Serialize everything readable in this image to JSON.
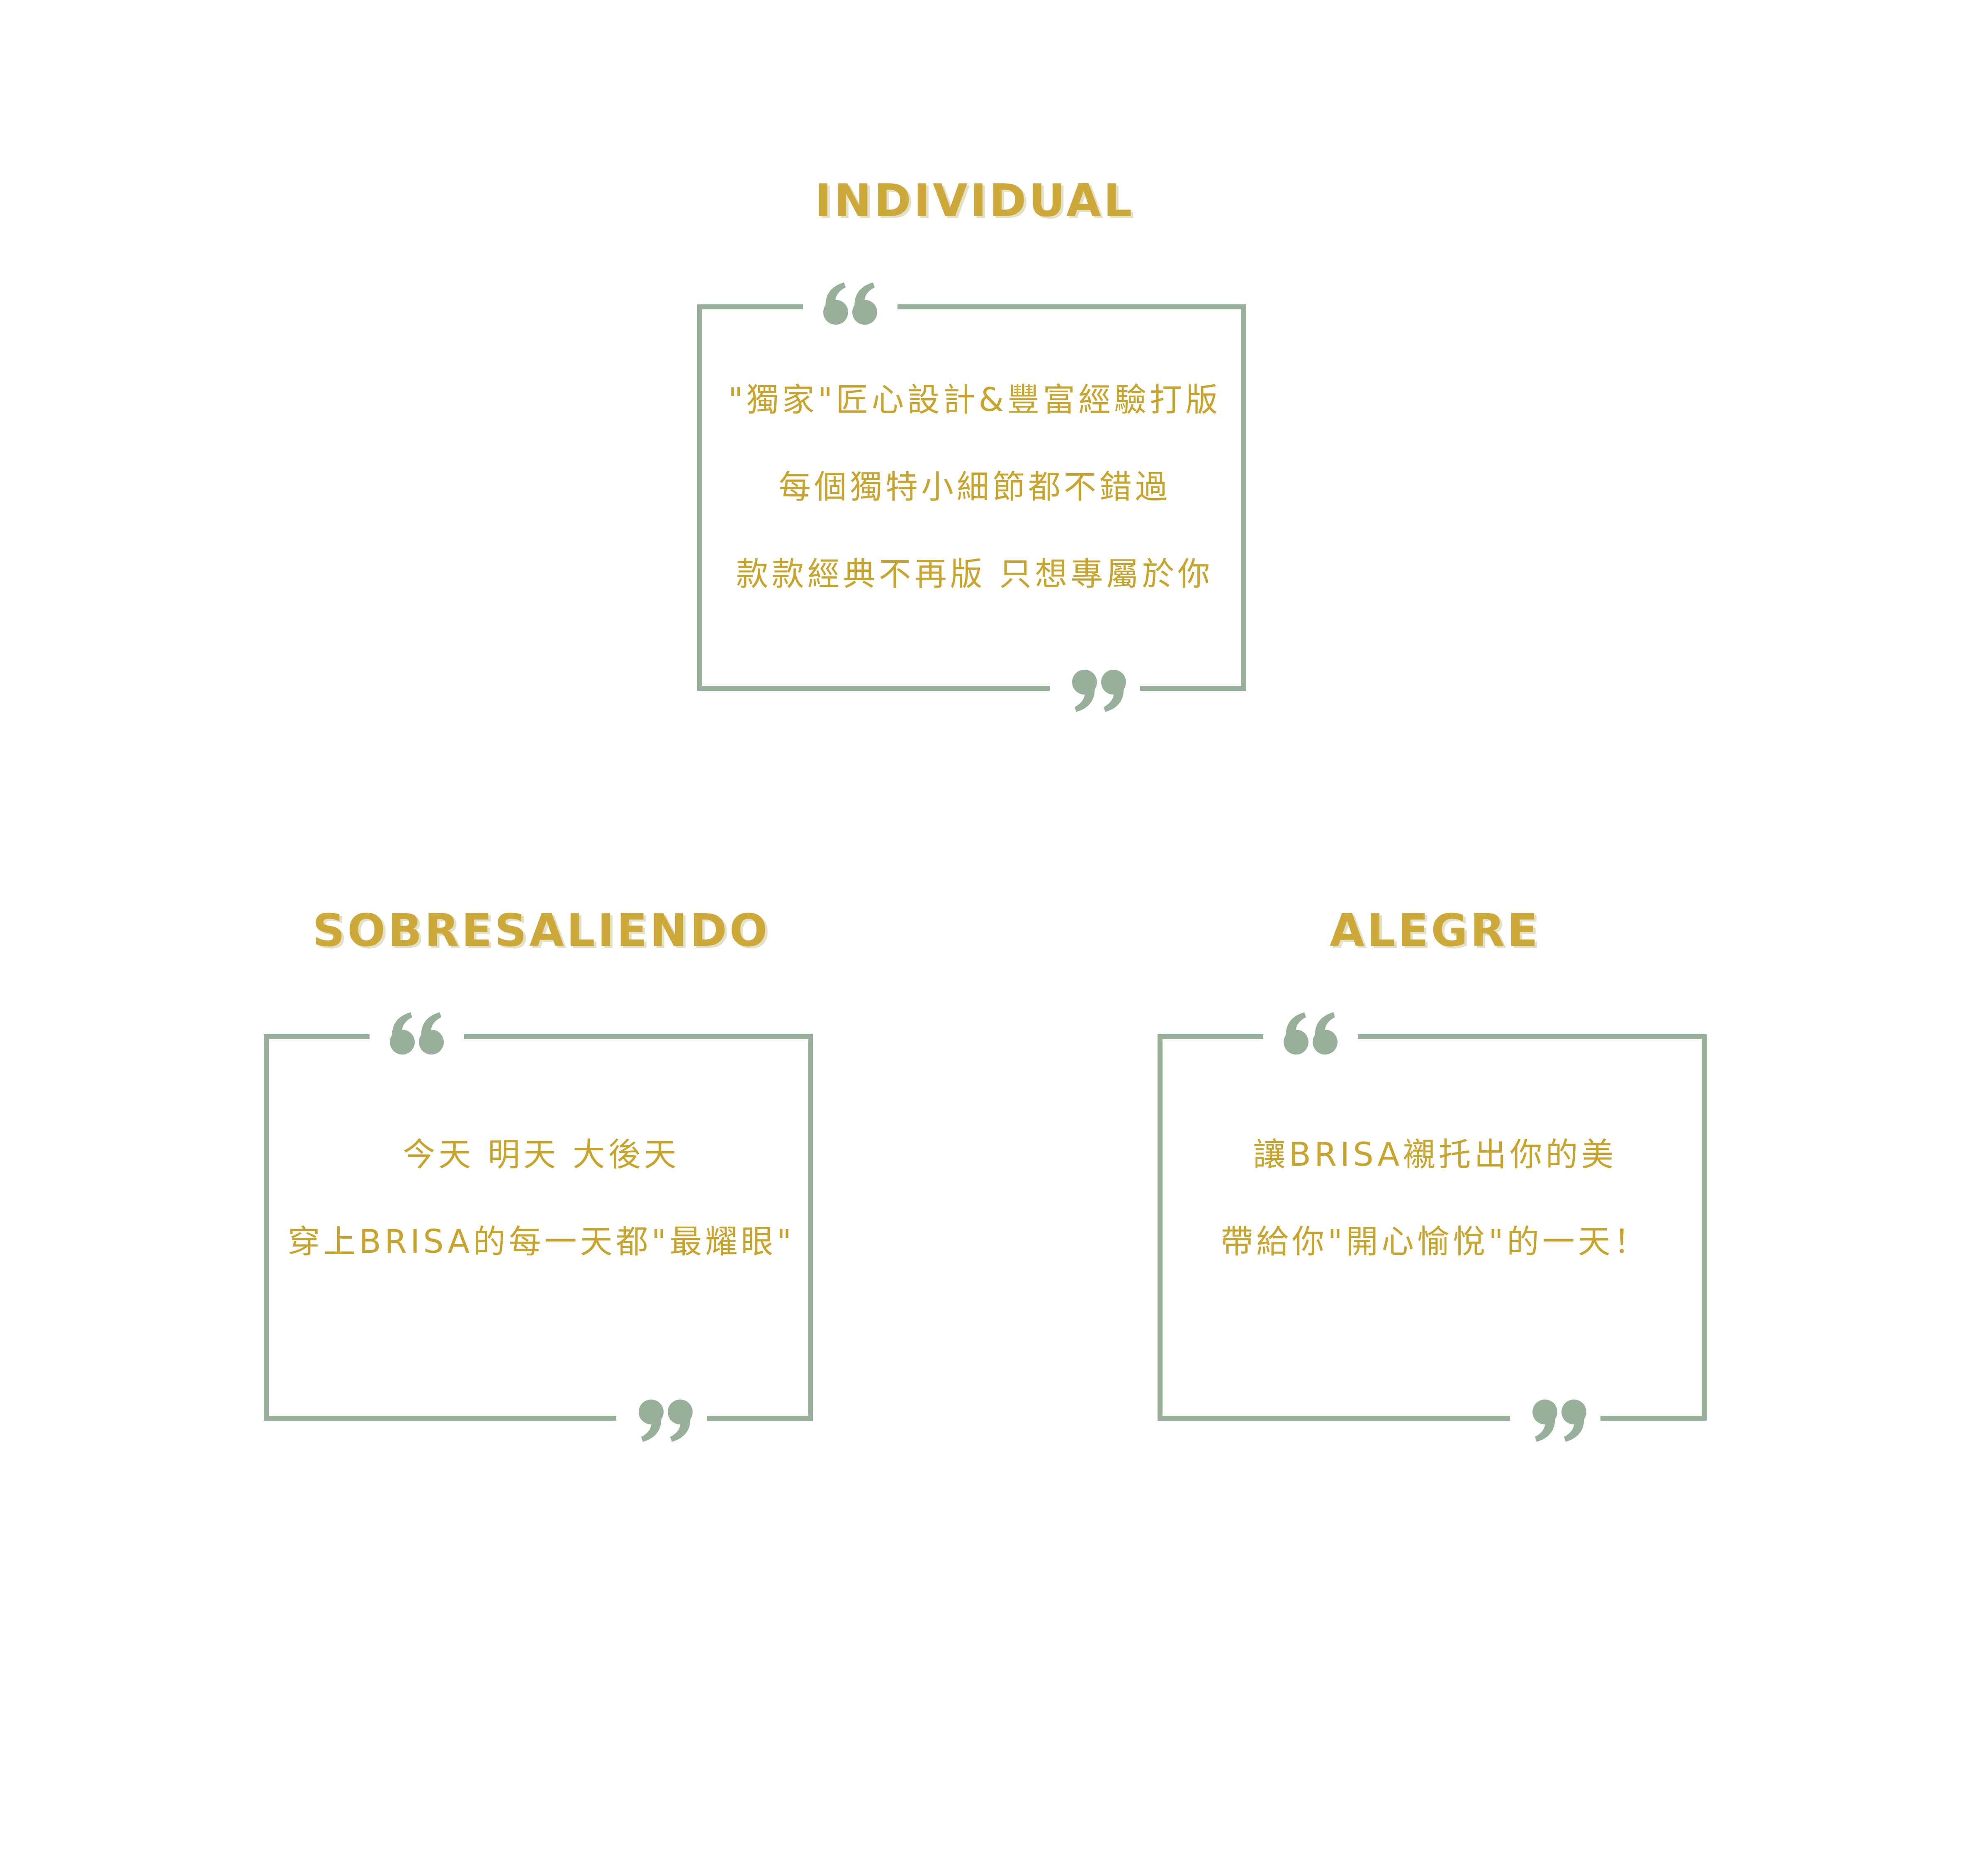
{
  "colors": {
    "frame": "#98b09a",
    "heading": "#cda93a",
    "heading_shadow": "#e3e0c8",
    "body_text": "#c9a42c",
    "background": "#ffffff"
  },
  "cards": [
    {
      "heading": "INDIVIDUAL",
      "lines": [
        "\"獨家\"匠心設計&豐富經驗打版",
        "每個獨特小細節都不錯過",
        "款款經典不再版 只想專屬於你"
      ]
    },
    {
      "heading": "SOBRESALIENDO",
      "lines": [
        "今天 明天 大後天",
        "穿上BRISA的每一天都\"最耀眼\""
      ]
    },
    {
      "heading": "ALEGRE",
      "lines": [
        "讓BRISA襯托出你的美",
        "帶給你\"開心愉悅\"的一天！"
      ]
    }
  ],
  "icons": {
    "open_quote": "open-quote-icon",
    "close_quote": "close-quote-icon"
  }
}
